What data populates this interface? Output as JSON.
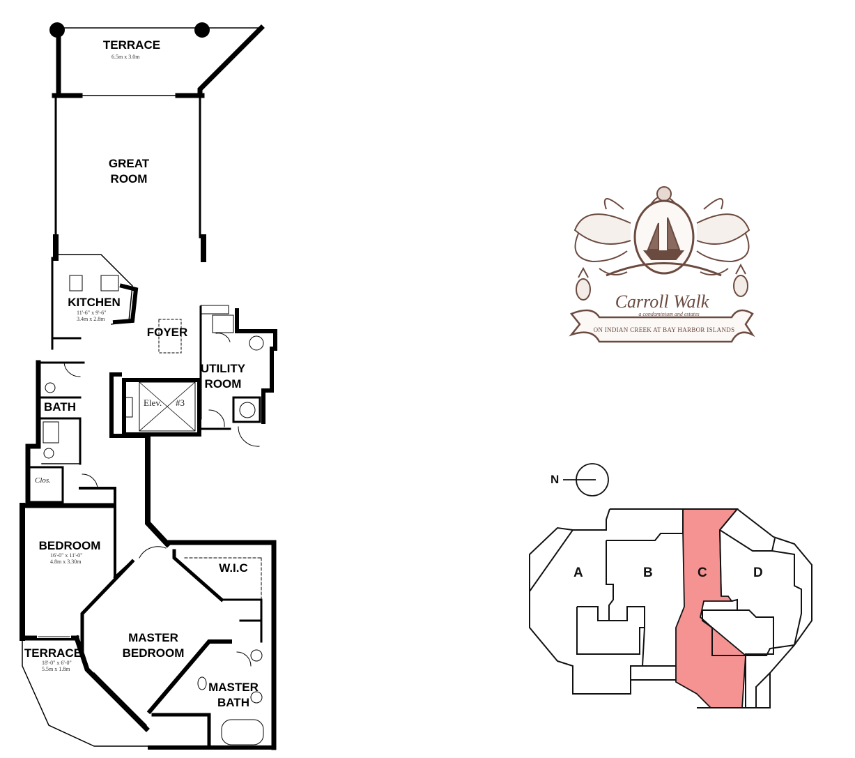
{
  "floorplan": {
    "rooms": {
      "terrace_top": {
        "label": "TERRACE",
        "dims": "6.5m x 3.0m"
      },
      "great_room": {
        "label_1": "GREAT",
        "label_2": "ROOM"
      },
      "kitchen": {
        "label": "KITCHEN",
        "dims_1": "11'-6\" x 9'-6\"",
        "dims_2": "3.4m x 2.8m"
      },
      "foyer": {
        "label": "FOYER"
      },
      "utility_room": {
        "label_1": "UTILITY",
        "label_2": "ROOM"
      },
      "bath": {
        "label": "BATH"
      },
      "elevator": {
        "label": "Elev.",
        "number": "#3"
      },
      "closet": {
        "label": "Clos."
      },
      "bedroom": {
        "label": "BEDROOM",
        "dims_1": "16'-0\" x 11'-0\"",
        "dims_2": "4.8m x 3.30m"
      },
      "wic": {
        "label": "W.I.C"
      },
      "master_bedroom": {
        "label_1": "MASTER",
        "label_2": "BEDROOM"
      },
      "terrace_bottom": {
        "label": "TERRACE",
        "dims_1": "18'-0\" x 6'-0\"",
        "dims_2": "5.5m x 1.8m"
      },
      "master_bath": {
        "label_1": "MASTER",
        "label_2": "BATH"
      }
    }
  },
  "logo": {
    "name": "Carroll Walk",
    "tagline": "a condominium and estates",
    "location": "ON INDIAN CREEK AT BAY HARBOR ISLANDS"
  },
  "key_plan": {
    "north_label": "N",
    "units": [
      "A",
      "B",
      "C",
      "D"
    ],
    "highlighted_unit": "C",
    "highlight_color": "#f59393"
  }
}
